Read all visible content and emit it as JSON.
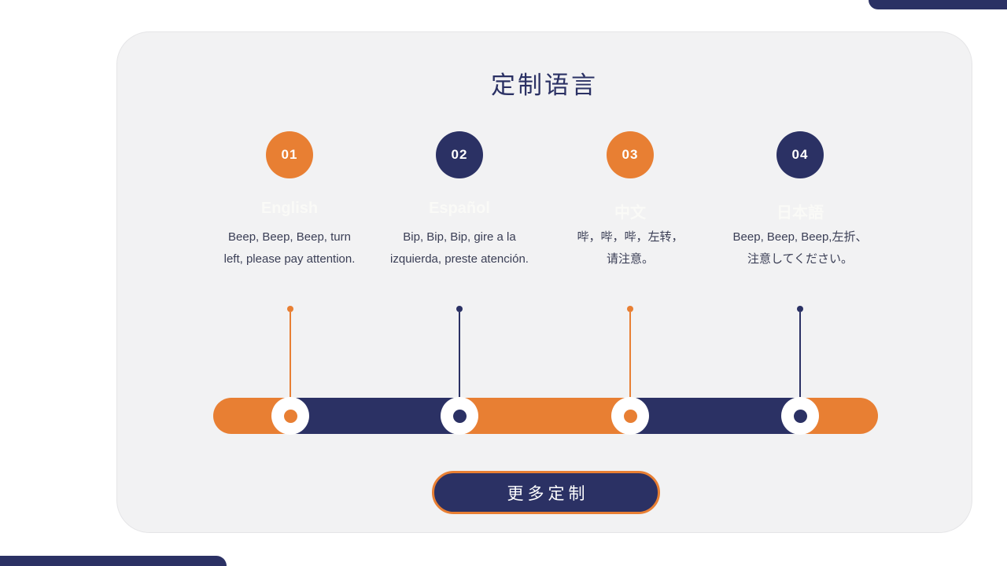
{
  "section": {
    "title": "定制语言"
  },
  "steps": [
    {
      "number": "01",
      "language": "English",
      "line1": "Beep, Beep, Beep, turn",
      "line2": "left, please pay attention.",
      "accent": "#E87F33"
    },
    {
      "number": "02",
      "language": "Español",
      "line1": "Bip, Bip, Bip, gire a la",
      "line2": "izquierda, preste atención.",
      "accent": "#2B3164"
    },
    {
      "number": "03",
      "language": "中文",
      "line1": "哔，哔，哔，左转，",
      "line2": "请注意。",
      "accent": "#E87F33"
    },
    {
      "number": "04",
      "language": "日本語",
      "line1": "Beep, Beep, Beep,左折、",
      "line2": "注意してください。",
      "accent": "#2B3164"
    }
  ],
  "button": {
    "label": "更多定制"
  },
  "colors": {
    "orange": "#E87F33",
    "navy": "#2B3164",
    "card_background": "#F2F2F3",
    "page_background": "#FFFFFF",
    "description_text": "#3A3E55",
    "ghost_text": "#FAFAF7"
  }
}
